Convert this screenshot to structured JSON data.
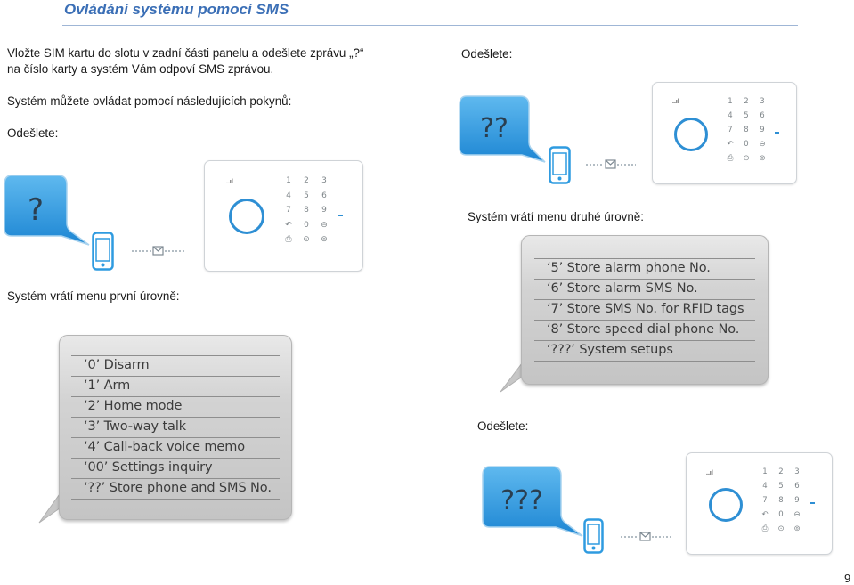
{
  "page": {
    "heading": "Ovládání systému pomocí SMS",
    "number": "9"
  },
  "intro": {
    "line1": "Vložte SIM kartu do slotu v zadní části panelu a odešlete zprávu „?“",
    "line2": "na číslo karty a systém Vám odpoví SMS zprávou."
  },
  "control_text": "Systém můžete ovládat pomocí následujících pokynů:",
  "send_label": "Odešlete:",
  "first_level": {
    "bubble_text": "?",
    "reply_label": "Systém vrátí menu první úrovně:",
    "menu": [
      "‘0’ Disarm",
      "‘1’ Arm",
      "‘2’ Home mode",
      "‘3’ Two-way talk",
      "‘4’ Call-back voice memo",
      "‘00’ Settings inquiry",
      "‘??’ Store phone and SMS No."
    ]
  },
  "second_level": {
    "bubble_text": "??",
    "reply_label": "Systém vrátí menu druhé úrovně:",
    "menu": [
      "‘5’ Store alarm phone No.",
      "‘6’ Store alarm SMS No.",
      "‘7’ Store SMS No. for RFID tags",
      "‘8’ Store speed dial phone No.",
      "‘???’ System setups"
    ]
  },
  "third_level": {
    "bubble_text": "???"
  },
  "device": {
    "signal": "..ıl",
    "keys": [
      "1",
      "2",
      "3",
      "4",
      "5",
      "6",
      "7",
      "8",
      "9",
      "↶",
      "0",
      "⊖",
      "⎙",
      "⊙",
      "⊚"
    ]
  },
  "colors": {
    "heading": "#3b6fb6",
    "bubble": "#2f9be0",
    "ring": "#2e8fd4"
  },
  "icons": {
    "phone": "phone-icon",
    "envelope": "envelope-icon",
    "bubble": "speech-bubble-icon"
  }
}
